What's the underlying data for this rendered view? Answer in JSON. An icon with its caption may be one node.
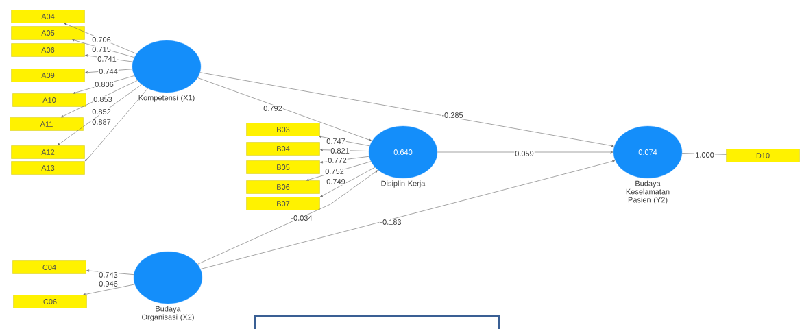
{
  "diagram": {
    "nodes": [
      {
        "text": [
          "Kompetensi (X1)"
        ]
      },
      {
        "text": [
          "A04"
        ]
      },
      {
        "text": [
          "A05"
        ]
      },
      {
        "text": [
          "A06"
        ]
      },
      {
        "text": [
          "A09"
        ]
      },
      {
        "text": [
          "A10"
        ]
      },
      {
        "text": [
          "A11"
        ]
      },
      {
        "text": [
          "A12"
        ]
      },
      {
        "text": [
          "A13"
        ]
      },
      {
        "text": [
          "0.640",
          "Disiplin Kerja"
        ]
      },
      {
        "text": [
          "B03"
        ]
      },
      {
        "text": [
          "B04"
        ]
      },
      {
        "text": [
          "B05"
        ]
      },
      {
        "text": [
          "B06"
        ]
      },
      {
        "text": [
          "B07"
        ]
      },
      {
        "text": [
          "0.074",
          "Budaya Keselamatan Pasien (Y2)"
        ]
      },
      {
        "text": [
          "D10"
        ]
      },
      {
        "text": [
          "C04"
        ]
      },
      {
        "text": [
          "C06"
        ]
      },
      {
        "text": [
          "Budaya Organisasi (X2)"
        ]
      }
    ],
    "edges": [
      {
        "from": 0,
        "to": 1,
        "arrow": "to",
        "label": "0.706"
      },
      {
        "from": 0,
        "to": 2,
        "arrow": "to",
        "label": "0.715"
      },
      {
        "from": 0,
        "to": 3,
        "arrow": "to",
        "label": "0.741"
      },
      {
        "from": 0,
        "to": 4,
        "arrow": "to",
        "label": "0.744"
      },
      {
        "from": 0,
        "to": 5,
        "arrow": "to",
        "label": "0.806"
      },
      {
        "from": 0,
        "to": 6,
        "arrow": "to",
        "label": "0.853"
      },
      {
        "from": 0,
        "to": 7,
        "arrow": "to",
        "label": "0.852"
      },
      {
        "from": 0,
        "to": 8,
        "arrow": "to",
        "label": "0.887"
      },
      {
        "from": 9,
        "to": 10,
        "arrow": "to",
        "label": "0.747"
      },
      {
        "from": 9,
        "to": 11,
        "arrow": "to",
        "label": "0.821"
      },
      {
        "from": 9,
        "to": 12,
        "arrow": "to",
        "label": "0.772"
      },
      {
        "from": 9,
        "to": 13,
        "arrow": "to",
        "label": "0.752"
      },
      {
        "from": 9,
        "to": 14,
        "arrow": "to",
        "label": "0.749"
      },
      {
        "from": 15,
        "to": 16,
        "arrow": "none",
        "label": "1.000"
      },
      {
        "from": 19,
        "to": 17,
        "arrow": "to",
        "label": "0.743"
      },
      {
        "from": 19,
        "to": 18,
        "arrow": "to",
        "label": "0.946"
      },
      {
        "from": 0,
        "to": 9,
        "arrow": "to",
        "label": "0.792"
      },
      {
        "from": 0,
        "to": 15,
        "arrow": "to",
        "label": "-0.285"
      },
      {
        "from": 9,
        "to": 15,
        "arrow": "to",
        "label": "0.059"
      },
      {
        "from": 19,
        "to": 9,
        "arrow": "to",
        "label": "-0.034"
      },
      {
        "from": 19,
        "to": 15,
        "arrow": "to",
        "label": "-0.183"
      }
    ]
  }
}
